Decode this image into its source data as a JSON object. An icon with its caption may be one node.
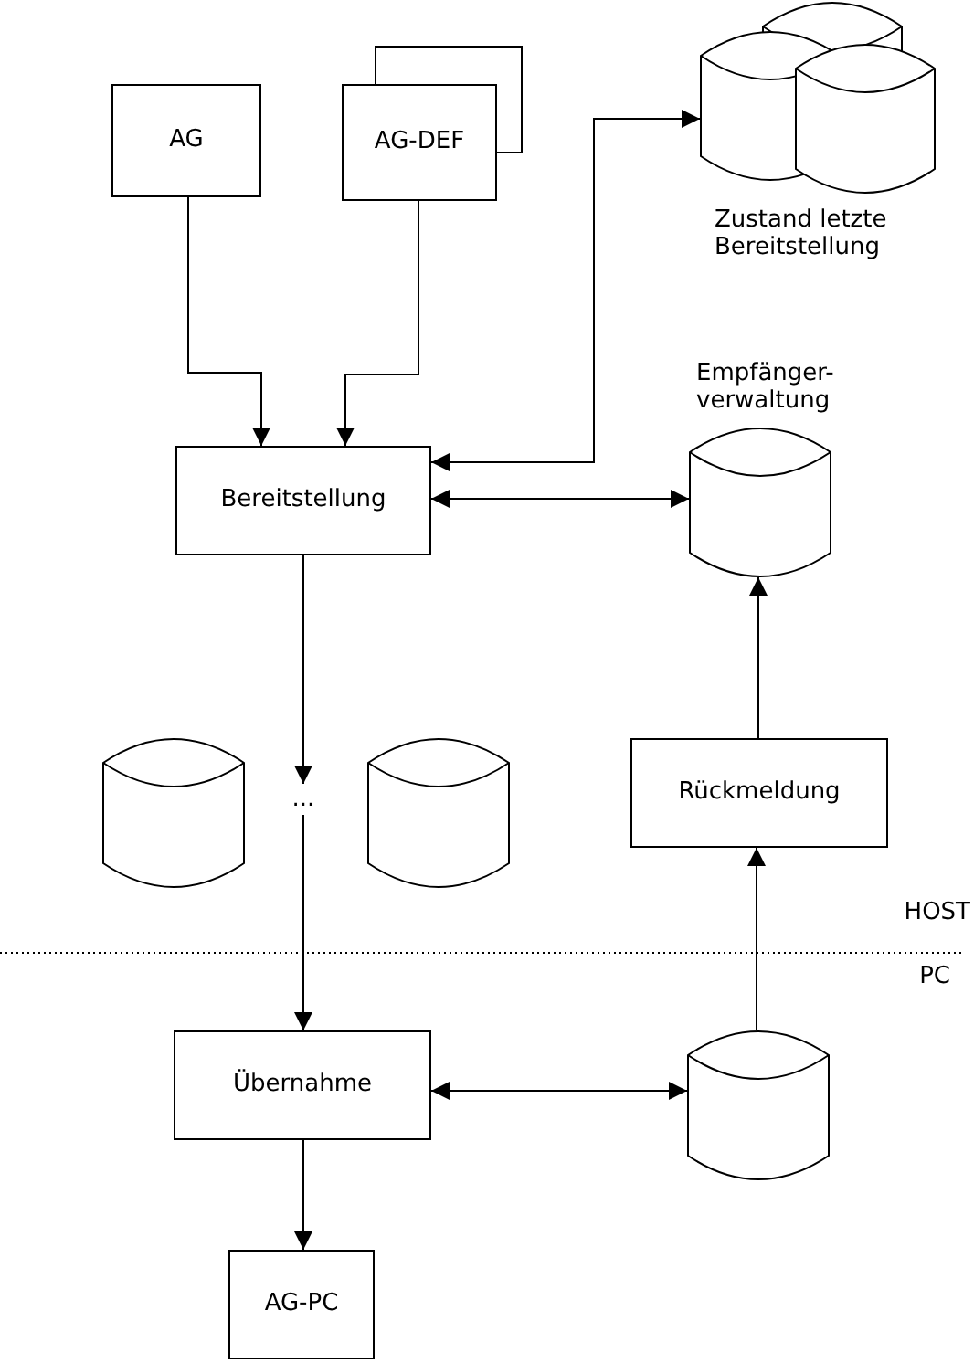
{
  "diagram": {
    "nodes": [
      {
        "text": [
          "AG"
        ]
      },
      {
        "text": [
          "AG-DEF"
        ]
      },
      {
        "text": [
          "Zustand letzte Bereitstellung"
        ]
      },
      {
        "text": [
          "Bereitstellung"
        ]
      },
      {
        "text": [
          "Empfänger- verwaltung"
        ]
      },
      {
        "text": [],
        "shape": "cylinder"
      },
      {
        "text": [
          "..."
        ]
      },
      {
        "text": [],
        "shape": "cylinder"
      },
      {
        "text": [
          "Rückmeldung"
        ]
      },
      {
        "text": [
          "Übernahme"
        ]
      },
      {
        "text": [],
        "shape": "cylinder"
      },
      {
        "text": [
          "AG-PC"
        ]
      }
    ],
    "edges": [
      {
        "from": 0,
        "to": 3,
        "arrow": "to"
      },
      {
        "from": 1,
        "to": 3,
        "arrow": "to"
      },
      {
        "from": 3,
        "to": 2,
        "arrow": "both"
      },
      {
        "from": 3,
        "to": 4,
        "arrow": "both"
      },
      {
        "from": 3,
        "to": 6,
        "arrow": "to"
      },
      {
        "from": 6,
        "to": 9,
        "arrow": "to"
      },
      {
        "from": 8,
        "to": 4,
        "arrow": "to"
      },
      {
        "from": 10,
        "to": 8,
        "arrow": "to"
      },
      {
        "from": 9,
        "to": 10,
        "arrow": "both"
      },
      {
        "from": 9,
        "to": 11,
        "arrow": "to"
      }
    ],
    "labels": [
      "HOST",
      "PC"
    ]
  }
}
